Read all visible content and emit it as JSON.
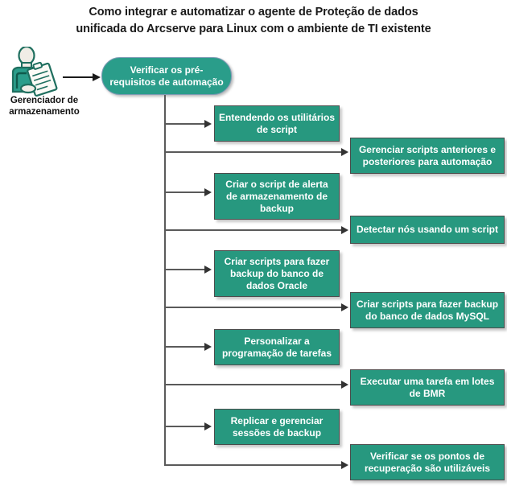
{
  "diagram": {
    "title": {
      "line1": "Como integrar e automatizar o agente de Proteção de dados",
      "line2": "unificada do Arcserve para Linux com o ambiente de TI existente"
    },
    "actor": {
      "icon": "storage-manager-person-icon",
      "label_line1": "Gerenciador de",
      "label_line2": "armazenamento"
    },
    "start_node": {
      "label": "Verificar os pré-requisitos de automação",
      "shape": "rounded-rectangle",
      "fill": "#2a9d8a"
    },
    "colors": {
      "node_fill": "#27987f",
      "start_fill": "#2a9d8a",
      "node_text": "#ffffff",
      "connector": "#5a5a5a",
      "arrow": "#1a1a1a",
      "title_text": "#1a1a1a",
      "background": "#ffffff"
    },
    "left_steps": [
      {
        "label": "Entendendo os utilitários de script"
      },
      {
        "label": "Criar o script de alerta de armazenamento de backup"
      },
      {
        "label": "Criar scripts para fazer backup do banco de dados Oracle"
      },
      {
        "label": "Personalizar a programação de tarefas"
      },
      {
        "label": "Replicar e gerenciar sessões de backup"
      }
    ],
    "right_steps": [
      {
        "label": "Gerenciar scripts anteriores e posteriores para automação"
      },
      {
        "label": "Detectar nós usando um script"
      },
      {
        "label": "Criar scripts para fazer backup do banco de dados MySQL"
      },
      {
        "label": "Executar uma tarefa em lotes de BMR"
      },
      {
        "label": "Verificar se os pontos de recuperação são utilizáveis"
      }
    ]
  }
}
